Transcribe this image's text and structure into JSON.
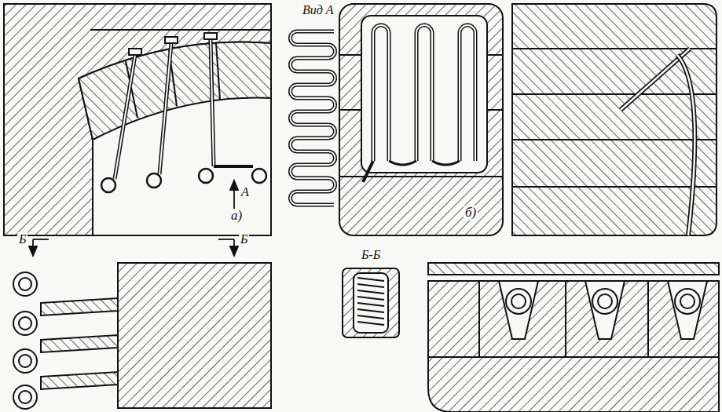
{
  "diagram": {
    "labels": [
      "Вид А",
      "а)",
      "А",
      "б)",
      "Б",
      "Б",
      "Б-Б"
    ]
  }
}
